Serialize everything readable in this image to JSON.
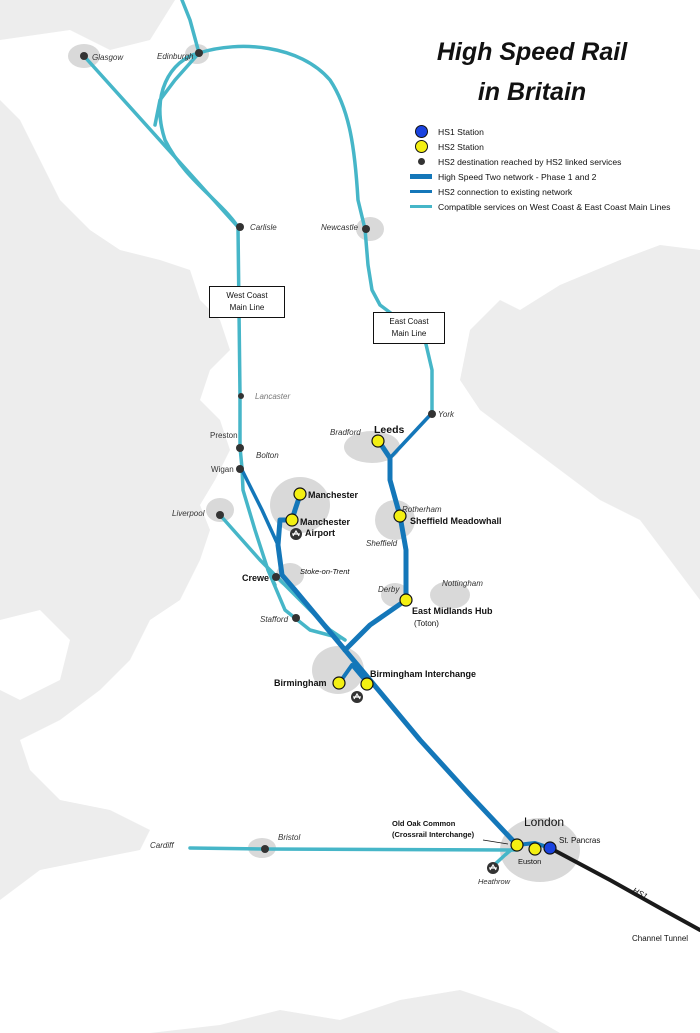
{
  "title": {
    "line1": "High Speed Rail",
    "line2": "in Britain"
  },
  "legend": [
    {
      "symbol": "hs1-station",
      "label": "HS1 Station"
    },
    {
      "symbol": "hs2-station",
      "label": "HS2 Station"
    },
    {
      "symbol": "hs2-destination",
      "label": "HS2 destination reached by HS2 linked services"
    },
    {
      "symbol": "hs2-network-line",
      "label": "High Speed Two network - Phase 1 and 2"
    },
    {
      "symbol": "hs2-connection-line",
      "label": "HS2 connection to existing network"
    },
    {
      "symbol": "compatible-services-line",
      "label": "Compatible services on West Coast & East Coast Main Lines"
    }
  ],
  "line_labels": {
    "west_coast": [
      "West Coast",
      "Main Line"
    ],
    "east_coast": [
      "East Coast",
      "Main Line"
    ],
    "hs1": "HS1"
  },
  "places": {
    "glasgow": "Glasgow",
    "edinburgh": "Edinburgh",
    "carlisle": "Carlisle",
    "newcastle": "Newcastle",
    "lancaster": "Lancaster",
    "york": "York",
    "preston": "Preston",
    "bradford": "Bradford",
    "leeds": "Leeds",
    "bolton": "Bolton",
    "wigan": "Wigan",
    "manchester": "Manchester",
    "liverpool": "Liverpool",
    "rotherham": "Rotherham",
    "sheffield_meadowhall": "Sheffield Meadowhall",
    "manchester_airport_1": "Manchester",
    "manchester_airport_2": "Airport",
    "sheffield": "Sheffield",
    "stoke": "Stoke-on-Trent",
    "crewe": "Crewe",
    "nottingham": "Nottingham",
    "derby": "Derby",
    "east_midlands_hub": "East Midlands Hub",
    "toton": "(Toton)",
    "stafford": "Stafford",
    "birmingham_interchange": "Birmingham Interchange",
    "birmingham": "Birmingham",
    "london": "London",
    "old_oak_1": "Old Oak Common",
    "old_oak_2": "(Crossrail Interchange)",
    "st_pancras": "St. Pancras",
    "cardiff": "Cardiff",
    "bristol": "Bristol",
    "euston": "Euston",
    "heathrow": "Heathrow",
    "channel_tunnel": "Channel Tunnel"
  },
  "colors": {
    "sea": "#ededed",
    "land": "#ffffff",
    "urban": "#d9d9d9",
    "hs2_line": "#1477b9",
    "compatible_line": "#46b6c8",
    "hs1_line": "#1a1a1a",
    "hs1_station": "#1a43e0",
    "hs2_station": "#f3ef12",
    "destination": "#333333"
  },
  "airport_icon": "plane-icon"
}
